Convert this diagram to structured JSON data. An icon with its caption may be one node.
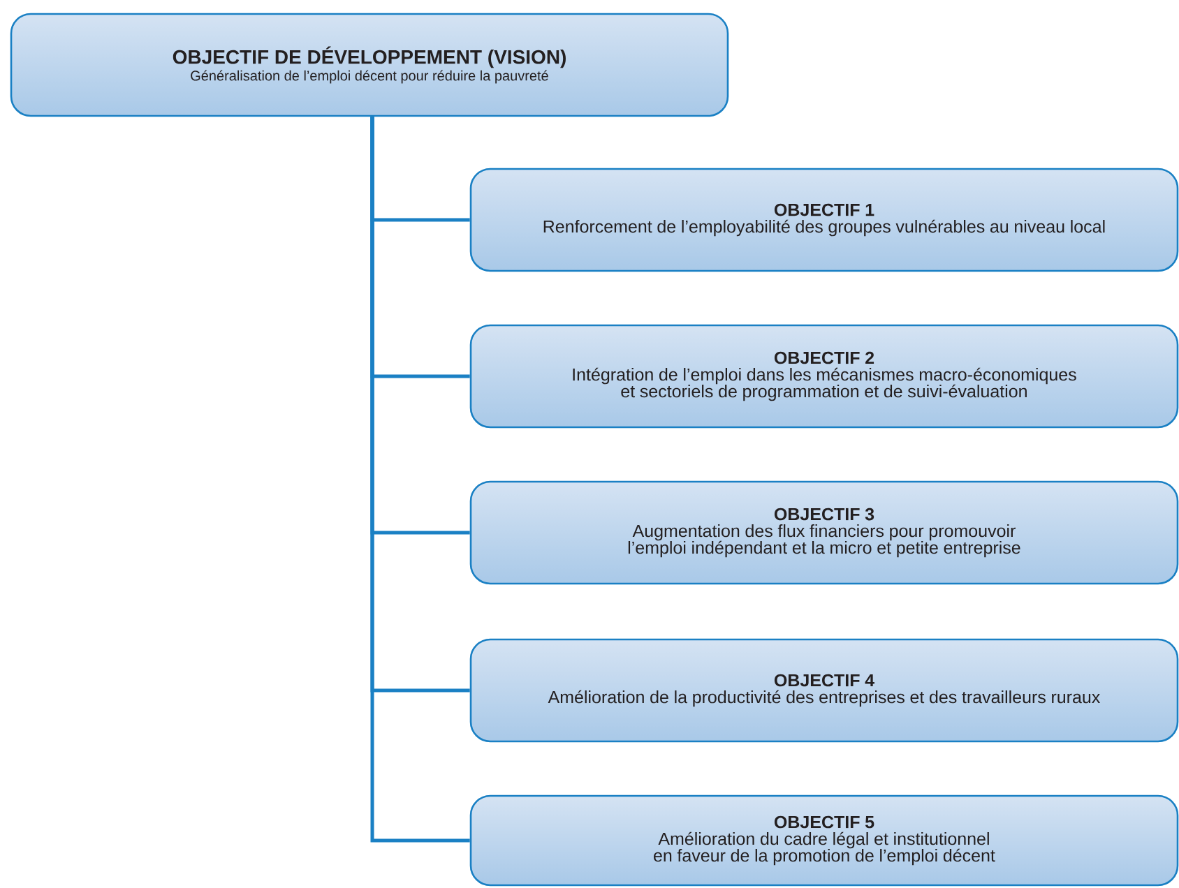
{
  "diagram": {
    "nodes": [
      {
        "text": [
          "OBJECTIF DE DÉVELOPPEMENT (VISION)",
          "Généralisation de l’emploi décent pour réduire la pauvreté"
        ]
      },
      {
        "text": [
          "OBJECTIF 1",
          "Renforcement de l’employabilité des groupes vulnérables au niveau local"
        ]
      },
      {
        "text": [
          "OBJECTIF 2",
          "Intégration de l’emploi dans les mécanismes macro-économiques et sectoriels de programmation et de suivi-évaluation"
        ]
      },
      {
        "text": [
          "OBJECTIF 3",
          "Augmentation des flux financiers pour promouvoir l’emploi indépendant et la micro et petite entreprise"
        ]
      },
      {
        "text": [
          "OBJECTIF 4",
          "Amélioration de la productivité des entreprises et des travailleurs ruraux"
        ]
      },
      {
        "text": [
          "OBJECTIF 5",
          "Amélioration du cadre légal et institutionnel en faveur de la promotion de l’emploi décent"
        ]
      }
    ],
    "edges": [
      {
        "from": 0,
        "to": 1,
        "arrow": "none"
      },
      {
        "from": 0,
        "to": 2,
        "arrow": "none"
      },
      {
        "from": 0,
        "to": 3,
        "arrow": "none"
      },
      {
        "from": 0,
        "to": 4,
        "arrow": "none"
      },
      {
        "from": 0,
        "to": 5,
        "arrow": "none"
      }
    ]
  }
}
